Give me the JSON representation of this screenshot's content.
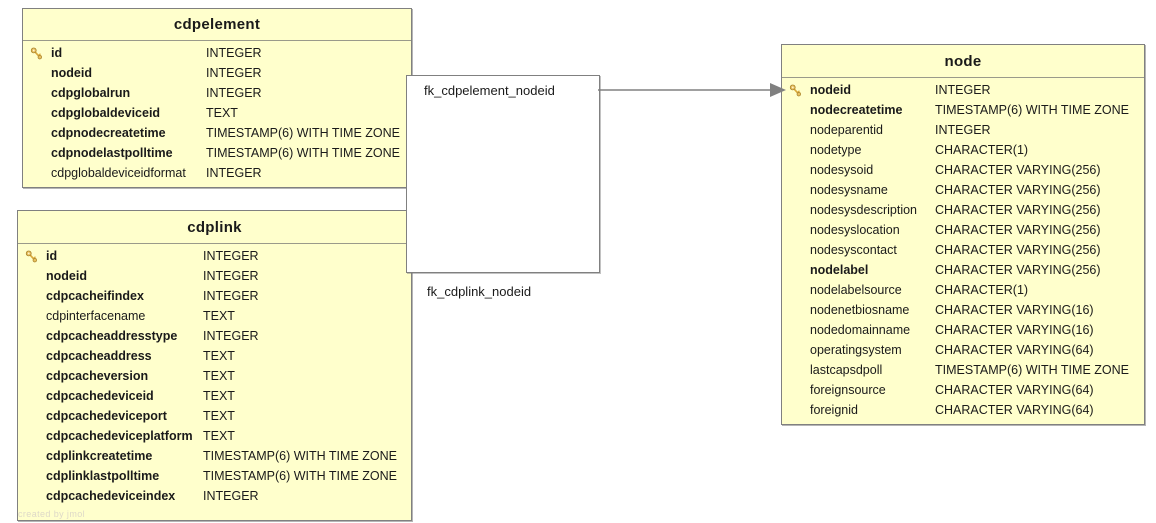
{
  "diagram": {
    "type": "entity-relationship-diagram",
    "background_color": "#ffffff",
    "entity_fill_color": "#ffffcc",
    "entity_border_color": "#808080",
    "connector_color": "#808080",
    "key_icon_color": "#d4a843",
    "watermark": "created by jmol"
  },
  "entities": [
    {
      "id": "cdpelement",
      "title": "cdpelement",
      "columns": [
        {
          "key": true,
          "required": true,
          "name": "id",
          "type": "INTEGER"
        },
        {
          "key": false,
          "required": true,
          "name": "nodeid",
          "type": "INTEGER"
        },
        {
          "key": false,
          "required": true,
          "name": "cdpglobalrun",
          "type": "INTEGER"
        },
        {
          "key": false,
          "required": true,
          "name": "cdpglobaldeviceid",
          "type": "TEXT"
        },
        {
          "key": false,
          "required": true,
          "name": "cdpnodecreatetime",
          "type": "TIMESTAMP(6) WITH TIME ZONE"
        },
        {
          "key": false,
          "required": true,
          "name": "cdpnodelastpolltime",
          "type": "TIMESTAMP(6) WITH TIME ZONE"
        },
        {
          "key": false,
          "required": false,
          "name": "cdpglobaldeviceidformat",
          "type": "INTEGER"
        }
      ]
    },
    {
      "id": "cdplink",
      "title": "cdplink",
      "columns": [
        {
          "key": true,
          "required": true,
          "name": "id",
          "type": "INTEGER"
        },
        {
          "key": false,
          "required": true,
          "name": "nodeid",
          "type": "INTEGER"
        },
        {
          "key": false,
          "required": true,
          "name": "cdpcacheifindex",
          "type": "INTEGER"
        },
        {
          "key": false,
          "required": false,
          "name": "cdpinterfacename",
          "type": "TEXT"
        },
        {
          "key": false,
          "required": true,
          "name": "cdpcacheaddresstype",
          "type": "INTEGER"
        },
        {
          "key": false,
          "required": true,
          "name": "cdpcacheaddress",
          "type": "TEXT"
        },
        {
          "key": false,
          "required": true,
          "name": "cdpcacheversion",
          "type": "TEXT"
        },
        {
          "key": false,
          "required": true,
          "name": "cdpcachedeviceid",
          "type": "TEXT"
        },
        {
          "key": false,
          "required": true,
          "name": "cdpcachedeviceport",
          "type": "TEXT"
        },
        {
          "key": false,
          "required": true,
          "name": "cdpcachedeviceplatform",
          "type": "TEXT"
        },
        {
          "key": false,
          "required": true,
          "name": "cdplinkcreatetime",
          "type": "TIMESTAMP(6) WITH TIME ZONE"
        },
        {
          "key": false,
          "required": true,
          "name": "cdplinklastpolltime",
          "type": "TIMESTAMP(6) WITH TIME ZONE"
        },
        {
          "key": false,
          "required": true,
          "name": "cdpcachedeviceindex",
          "type": "INTEGER"
        }
      ]
    },
    {
      "id": "node",
      "title": "node",
      "columns": [
        {
          "key": true,
          "required": true,
          "name": "nodeid",
          "type": "INTEGER"
        },
        {
          "key": false,
          "required": true,
          "name": "nodecreatetime",
          "type": "TIMESTAMP(6) WITH TIME ZONE"
        },
        {
          "key": false,
          "required": false,
          "name": "nodeparentid",
          "type": "INTEGER"
        },
        {
          "key": false,
          "required": false,
          "name": "nodetype",
          "type": "CHARACTER(1)"
        },
        {
          "key": false,
          "required": false,
          "name": "nodesysoid",
          "type": "CHARACTER VARYING(256)"
        },
        {
          "key": false,
          "required": false,
          "name": "nodesysname",
          "type": "CHARACTER VARYING(256)"
        },
        {
          "key": false,
          "required": false,
          "name": "nodesysdescription",
          "type": "CHARACTER VARYING(256)"
        },
        {
          "key": false,
          "required": false,
          "name": "nodesyslocation",
          "type": "CHARACTER VARYING(256)"
        },
        {
          "key": false,
          "required": false,
          "name": "nodesyscontact",
          "type": "CHARACTER VARYING(256)"
        },
        {
          "key": false,
          "required": true,
          "name": "nodelabel",
          "type": "CHARACTER VARYING(256)"
        },
        {
          "key": false,
          "required": false,
          "name": "nodelabelsource",
          "type": "CHARACTER(1)"
        },
        {
          "key": false,
          "required": false,
          "name": "nodenetbiosname",
          "type": "CHARACTER VARYING(16)"
        },
        {
          "key": false,
          "required": false,
          "name": "nodedomainname",
          "type": "CHARACTER VARYING(16)"
        },
        {
          "key": false,
          "required": false,
          "name": "operatingsystem",
          "type": "CHARACTER VARYING(64)"
        },
        {
          "key": false,
          "required": false,
          "name": "lastcapsdpoll",
          "type": "TIMESTAMP(6) WITH TIME ZONE"
        },
        {
          "key": false,
          "required": false,
          "name": "foreignsource",
          "type": "CHARACTER VARYING(64)"
        },
        {
          "key": false,
          "required": false,
          "name": "foreignid",
          "type": "CHARACTER VARYING(64)"
        }
      ]
    }
  ],
  "relationships": [
    {
      "id": "fk_cdpelement_nodeid",
      "label": "fk_cdpelement_nodeid",
      "from": "cdpelement",
      "to": "node"
    },
    {
      "id": "fk_cdplink_nodeid",
      "label": "fk_cdplink_nodeid",
      "from": "cdplink",
      "to": "node"
    }
  ]
}
